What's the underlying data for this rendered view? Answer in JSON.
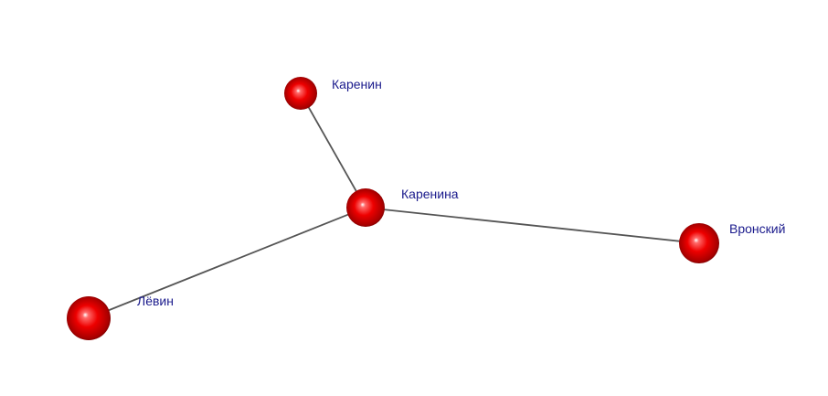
{
  "colors": {
    "background": "#ffffff",
    "node": "#e00000",
    "edge": "#555555",
    "label": "#1a1a8c"
  },
  "graph": {
    "nodes": [
      {
        "id": "karenin",
        "label": "Каренин"
      },
      {
        "id": "karenina",
        "label": "Каренина"
      },
      {
        "id": "vronsky",
        "label": "Вронский"
      },
      {
        "id": "levin",
        "label": "Лёвин"
      }
    ],
    "edges": [
      {
        "source": "karenin",
        "target": "karenina"
      },
      {
        "source": "karenina",
        "target": "vronsky"
      },
      {
        "source": "karenina",
        "target": "levin"
      }
    ]
  }
}
